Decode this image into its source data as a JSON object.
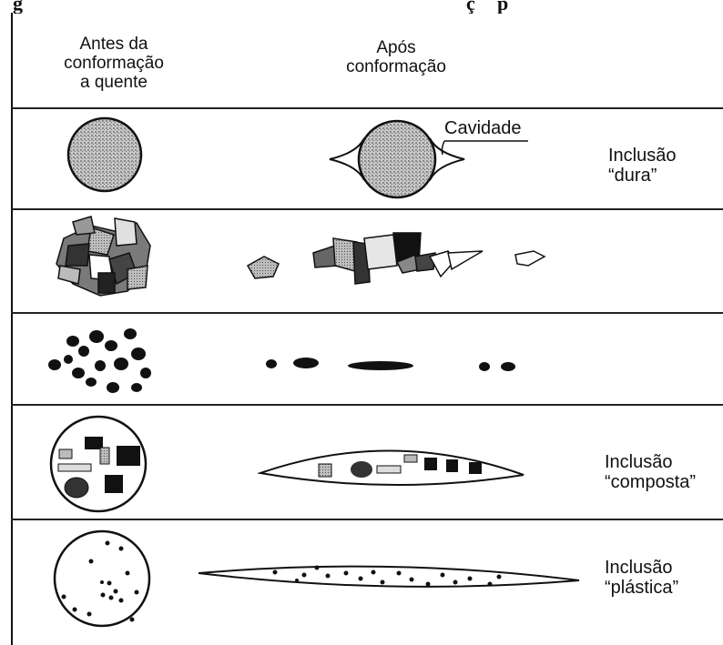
{
  "caption": {
    "left": "g",
    "right": "ç",
    "far": "p"
  },
  "headers": {
    "before": [
      "Antes da",
      "conformação",
      "a quente"
    ],
    "after": [
      "Após",
      "conformação"
    ]
  },
  "annotations": {
    "cavity": "Cavidade"
  },
  "rows": [
    {
      "label": [
        "Inclusão",
        "“dura”"
      ]
    },
    {
      "label": []
    },
    {
      "label": []
    },
    {
      "label": [
        "Inclusão",
        "“composta”"
      ]
    },
    {
      "label": [
        "Inclusão",
        "“plástica”"
      ]
    }
  ],
  "colors": {
    "ink": "#111111",
    "stipple": "#9a9a9a",
    "gray_mid": "#7a7a7a",
    "gray_light": "#d8d8d8"
  }
}
